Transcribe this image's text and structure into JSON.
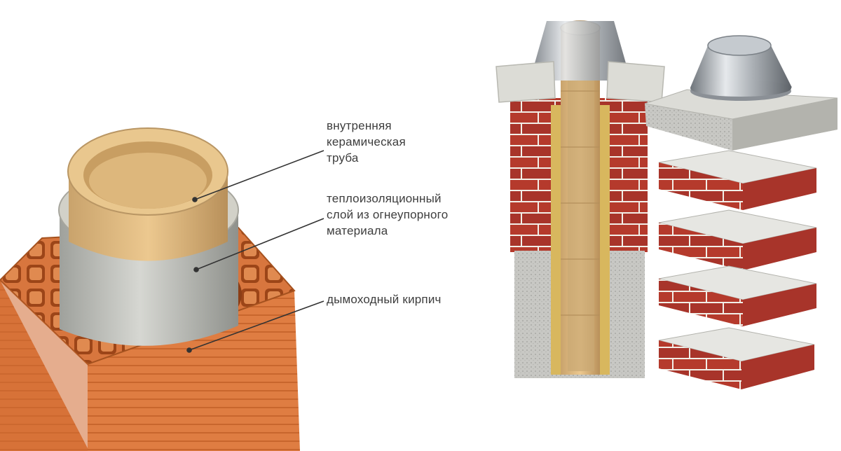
{
  "labels": {
    "inner_pipe": [
      "внутренняя",
      "керамическая",
      "труба"
    ],
    "insulation": [
      "теплоизоляционный",
      "слой из огнеупорного",
      "материала"
    ],
    "brick": [
      "дымоходный кирпич"
    ]
  },
  "colors": {
    "terracotta": "#d8763e",
    "ceramic": "#e8c48c",
    "insulation": "#bfc0bb",
    "red_brick": "#b53a2c",
    "concrete": "#c8c8c4",
    "steel": "#9aa0a6",
    "label_text": "#3d3d3d"
  }
}
